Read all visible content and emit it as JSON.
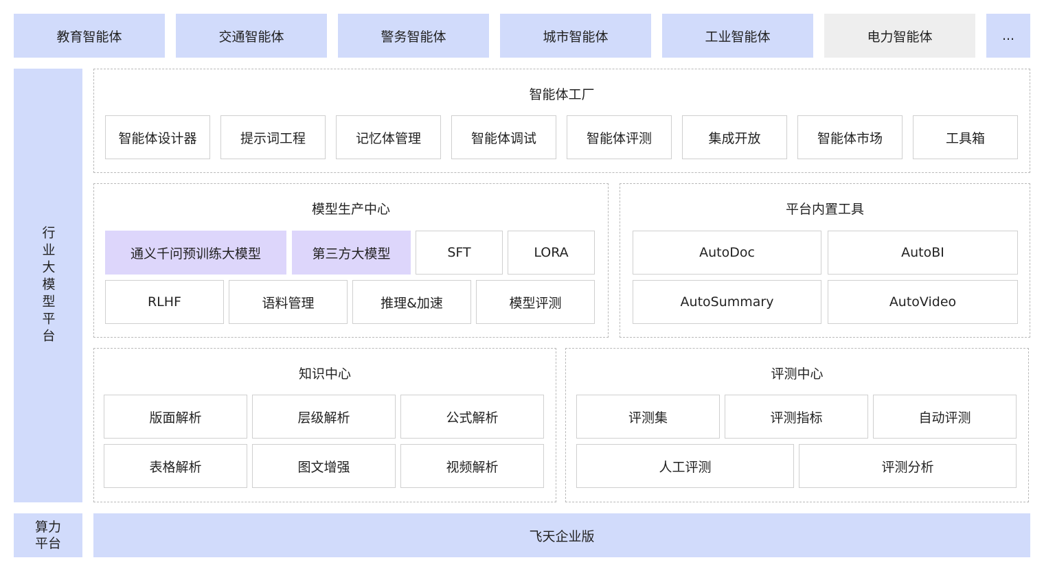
{
  "top_tabs": [
    "教育智能体",
    "交通智能体",
    "警务智能体",
    "城市智能体",
    "工业智能体",
    "电力智能体",
    "..."
  ],
  "side_label": "行业大模型平台",
  "compute_label": "算力平台",
  "compute_bar": "飞天企业版",
  "agent_factory": {
    "title": "智能体工厂",
    "items": [
      "智能体设计器",
      "提示词工程",
      "记忆体管理",
      "智能体调试",
      "智能体评测",
      "集成开放",
      "智能体市场",
      "工具箱"
    ]
  },
  "model_center": {
    "title": "模型生产中心",
    "row1": [
      "通义千问预训练大模型",
      "第三方大模型",
      "SFT",
      "LORA"
    ],
    "row2": [
      "RLHF",
      "语料管理",
      "推理&加速",
      "模型评测"
    ]
  },
  "platform_tools": {
    "title": "平台内置工具",
    "items": [
      "AutoDoc",
      "AutoBI",
      "AutoSummary",
      "AutoVideo"
    ]
  },
  "knowledge_center": {
    "title": "知识中心",
    "items": [
      "版面解析",
      "层级解析",
      "公式解析",
      "表格解析",
      "图文增强",
      "视频解析"
    ]
  },
  "eval_center": {
    "title": "评测中心",
    "row1": [
      "评测集",
      "评测指标",
      "自动评测"
    ],
    "row2": [
      "人工评测",
      "评测分析"
    ]
  },
  "colors": {
    "blue": "#d1dbfb",
    "purple": "#ddd6fb",
    "grey": "#eeeeee"
  }
}
